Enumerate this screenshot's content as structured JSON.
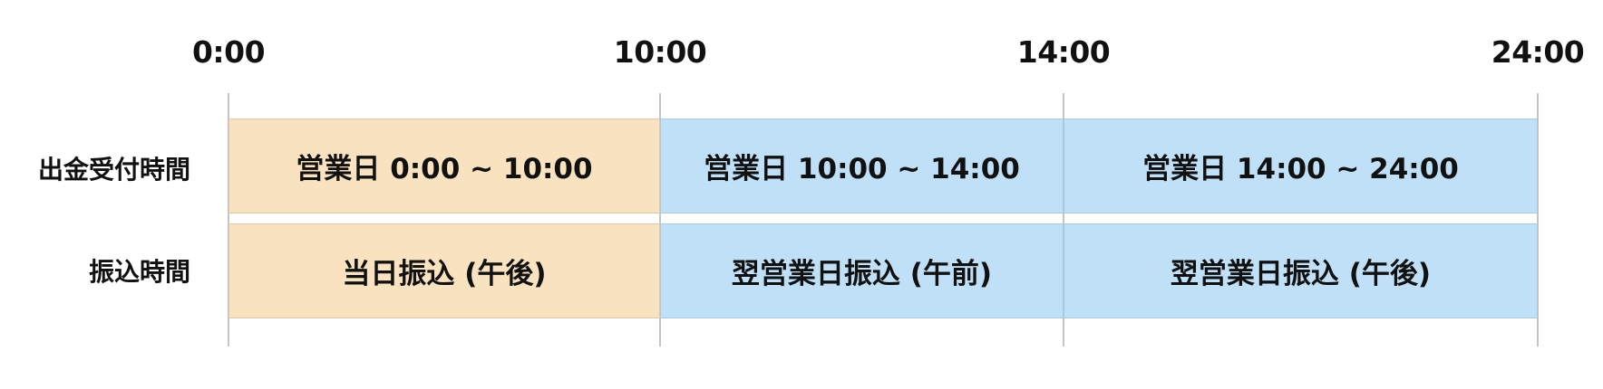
{
  "time_axis": {
    "ticks": [
      "0:00",
      "10:00",
      "14:00",
      "24:00"
    ]
  },
  "rows": [
    {
      "label": "出金受付時間",
      "cells": [
        {
          "text": "営業日 0:00 ~ 10:00",
          "color": "#f9e2bf"
        },
        {
          "text": "営業日 10:00 ~ 14:00",
          "color": "#bfe0f7"
        },
        {
          "text": "営業日 14:00 ~ 24:00",
          "color": "#bfe0f7"
        }
      ]
    },
    {
      "label": "振込時間",
      "cells": [
        {
          "text": "当日振込 (午後)",
          "color": "#f9e2bf"
        },
        {
          "text": "翌営業日振込 (午前)",
          "color": "#bfe0f7"
        },
        {
          "text": "翌営業日振込 (午後)",
          "color": "#bfe0f7"
        }
      ]
    }
  ],
  "colors": {
    "same_day": "#f9e2bf",
    "next_day": "#bfe0f7",
    "gridline": "#c4c4c4"
  }
}
